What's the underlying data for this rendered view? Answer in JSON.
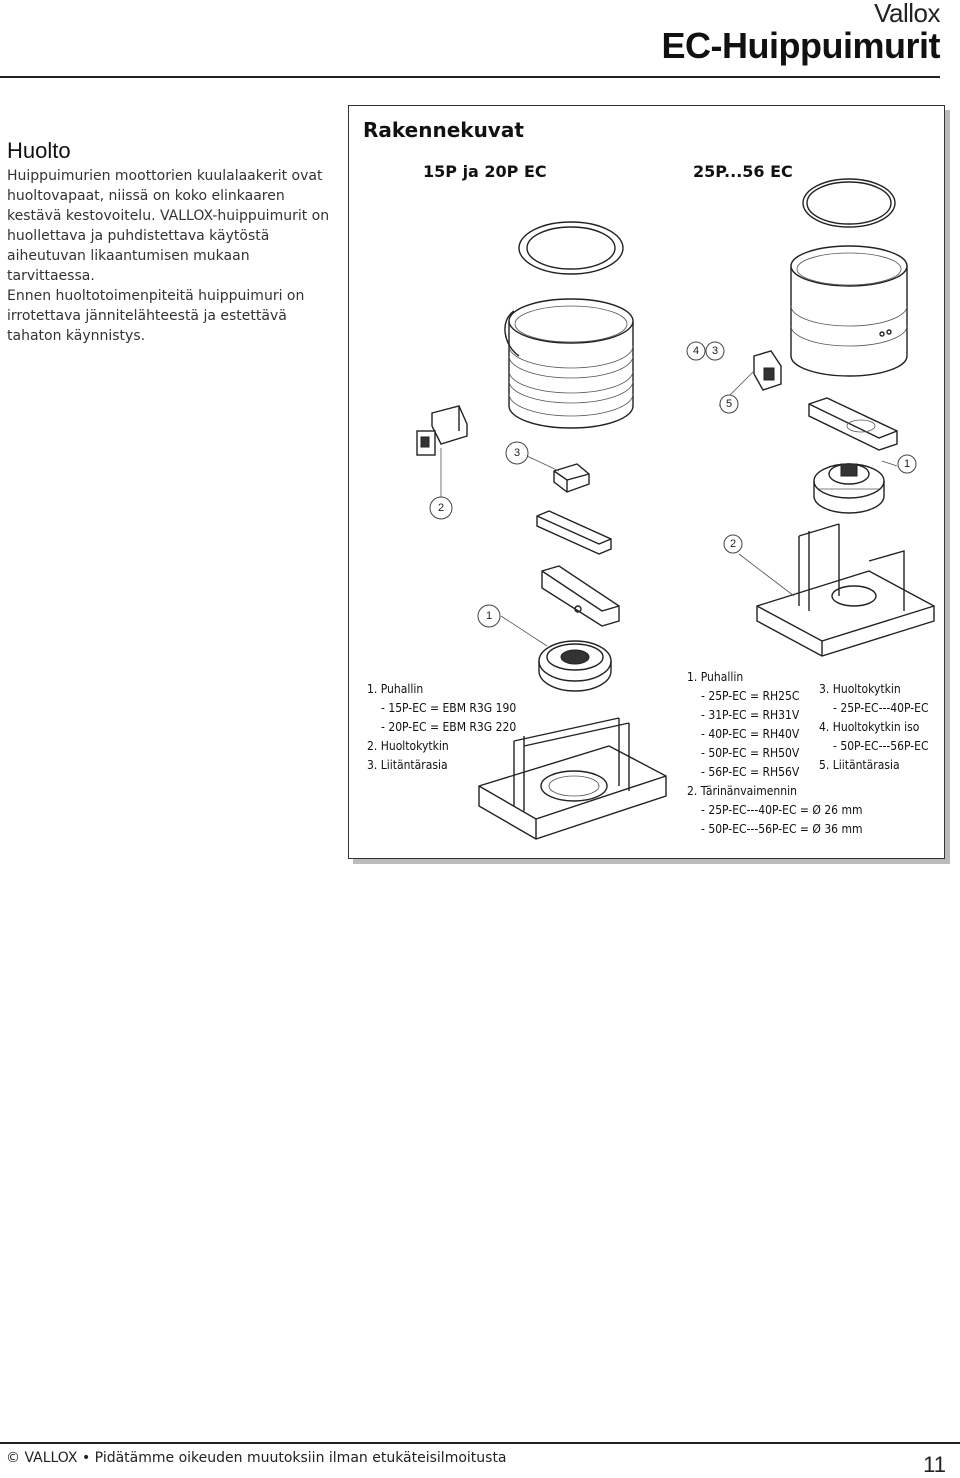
{
  "header": {
    "brand": "Vallox",
    "title": "EC-Huippuimurit"
  },
  "huolto": {
    "heading": "Huolto",
    "paragraph1": "Huippuimurien moottorien kuulalaakerit ovat huoltovapaat, niissä on koko elinkaaren kestävä kestovoitelu. VALLOX-huippuimurit on huollettava ja puhdistettava käytöstä aiheutuvan likaantumisen mukaan tarvittaessa.",
    "paragraph2": "Ennen huoltotoimenpiteitä huippuimuri on irrotettava jännitelähteestä ja estettävä tahaton käynnistys."
  },
  "figure": {
    "title": "Rakennekuvat",
    "left_heading": "15P ja 20P EC",
    "right_heading": "25P...56 EC",
    "left_callouts": [
      "3",
      "2",
      "1"
    ],
    "right_callouts": [
      "4",
      "3",
      "5",
      "1",
      "2"
    ],
    "left_legend": [
      "1.  Puhallin",
      "    - 15P-EC = EBM R3G 190",
      "    - 20P-EC = EBM R3G 220",
      "2.  Huoltokytkin",
      "3.  Liitäntärasia"
    ],
    "right_legend_a": [
      "1.  Puhallin",
      "    - 25P-EC = RH25C",
      "    - 31P-EC = RH31V",
      "    - 40P-EC = RH40V",
      "    - 50P-EC = RH50V",
      "    - 56P-EC = RH56V",
      "2.  Tärinänvaimennin",
      "    - 25P-EC---40P-EC = Ø 26 mm",
      "    - 50P-EC---56P-EC = Ø 36 mm"
    ],
    "right_legend_b": [
      "3.  Huoltokytkin",
      "    - 25P-EC---40P-EC",
      "4.  Huoltokytkin iso",
      "    - 50P-EC---56P-EC",
      "5.  Liitäntärasia"
    ]
  },
  "footer": {
    "text": "© VALLOX • Pidätämme oikeuden muutoksiin ilman etukäteisilmoitusta",
    "page": "11"
  }
}
